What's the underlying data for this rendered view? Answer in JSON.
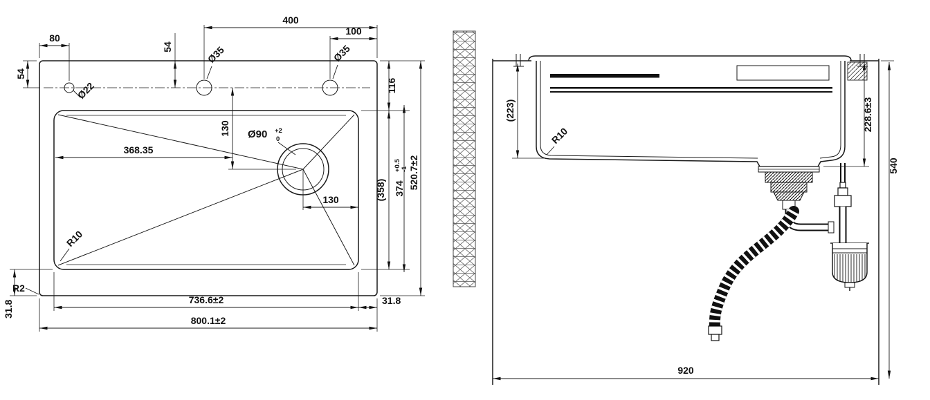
{
  "meta": {
    "title": "Sink installation dimensional drawing"
  },
  "top_view": {
    "d80": "80",
    "d400": "400",
    "d100": "100",
    "d54_top": "54",
    "d54_left": "54",
    "dia22": "Ø22",
    "dia35_left": "Ø35",
    "dia35_right": "Ø35",
    "d116": "116",
    "d130_vertical": "130",
    "d368": "368.35",
    "dia90": "Ø90",
    "dia90_tol_upper": "+2",
    "dia90_tol_lower": "0",
    "d358": "(358)",
    "d374": "374",
    "d374_tol_upper": "+0.5",
    "d374_tol_lower": "-1",
    "d520": "520.7±2",
    "d130_horizontal": "130",
    "r10": "R10",
    "r2": "R2",
    "d318_left": "31.8",
    "d736": "736.6±2",
    "d318_right": "31.8",
    "d800": "800.1±2"
  },
  "side_view": {
    "d223": "(223)",
    "r10": "R10",
    "d228": "228.6±3",
    "d540": "540",
    "d920": "920"
  }
}
